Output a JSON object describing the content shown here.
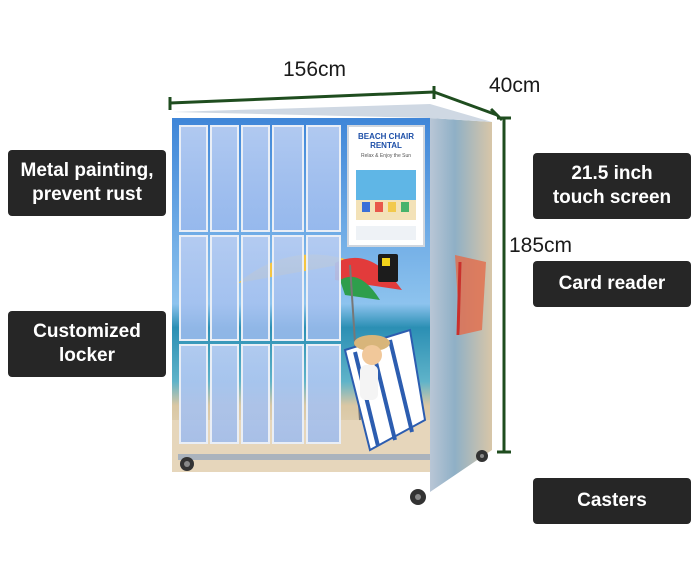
{
  "dimensions": {
    "width": "156cm",
    "depth": "40cm",
    "height": "185cm"
  },
  "labels": {
    "metal_painting": "Metal painting,\nprevent rust",
    "customized_locker": "Customized\nlocker",
    "touch_screen": "21.5 inch\ntouch screen",
    "card_reader": "Card reader",
    "casters": "Casters"
  },
  "screen": {
    "title_line1": "BEACH CHAIR",
    "title_line2": "RENTAL",
    "subtitle": "Relax & Enjoy the Sun"
  },
  "colors": {
    "label_bg": "#262626",
    "dimension_line": "#1f4d1f",
    "locker_door": "#a9c4ef",
    "cabinet_side": "#b8c4d4"
  }
}
